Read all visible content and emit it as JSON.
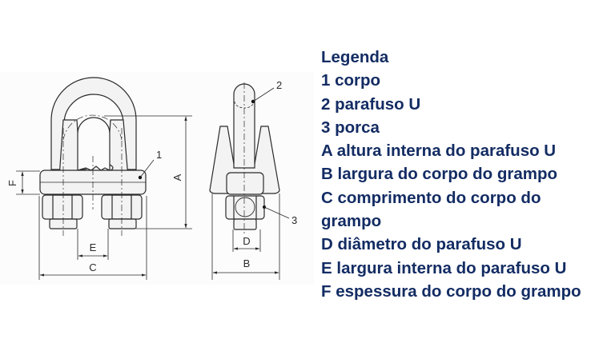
{
  "diagram": {
    "subject": "Grampo para cabo de aço (wire rope clip) — vistas frontal e lateral",
    "front_view": {
      "part_labels": [
        {
          "id": "1",
          "text": "1"
        }
      ],
      "dimension_labels": {
        "A": "A",
        "C": "C",
        "E": "E",
        "F": "F"
      }
    },
    "side_view": {
      "part_labels": [
        {
          "id": "2",
          "text": "2"
        },
        {
          "id": "3",
          "text": "3"
        }
      ],
      "dimension_labels": {
        "B": "B",
        "D": "D"
      }
    },
    "colors": {
      "line": "#2a2a2a",
      "fill": "#f3f3f3",
      "legend_text": "#132c63",
      "panel_bg": "#fcfcfc"
    }
  },
  "legend": {
    "title": "Legenda",
    "items": [
      "1 corpo",
      "2 parafuso U",
      "3 porca",
      "A altura interna do parafuso U",
      "B largura do corpo do grampo",
      "C comprimento do corpo do",
      "grampo",
      "D diâmetro do parafuso U",
      "E largura interna do parafuso U",
      "F espessura do corpo do grampo"
    ]
  }
}
